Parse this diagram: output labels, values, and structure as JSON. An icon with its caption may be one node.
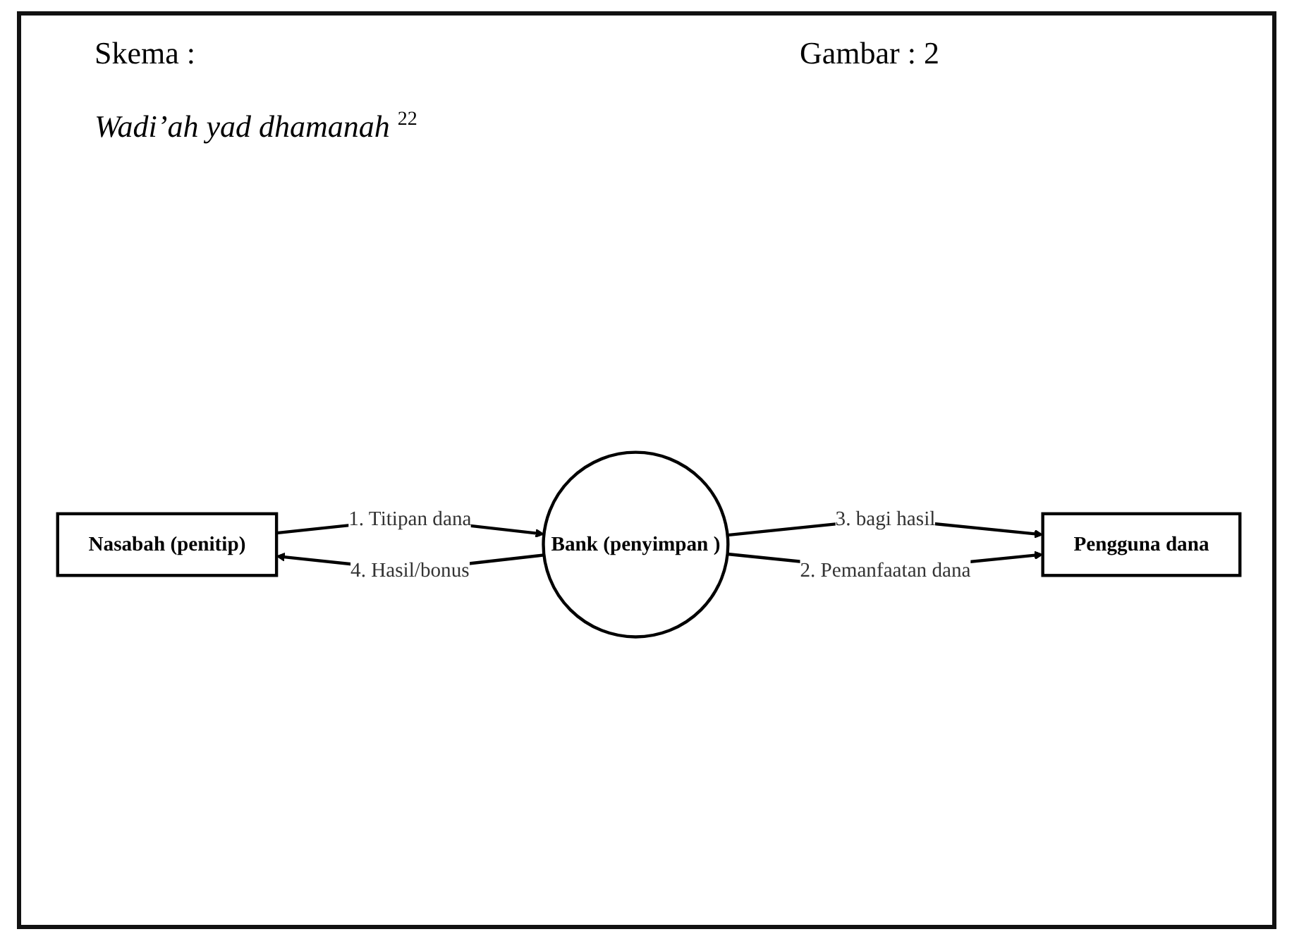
{
  "diagram": {
    "title": "Wadi’ah yad dhamanah $^{22}$",
    "nodes": [
      {
        "text": [
          "Nasabah (penitip)"
        ]
      },
      {
        "text": [
          "Bank (penyimpan )"
        ]
      },
      {
        "text": [
          "Pengguna dana"
        ]
      }
    ],
    "edges": [
      {
        "from": 0,
        "to": 1,
        "arrow": "to",
        "label": "1. Titipan dana"
      },
      {
        "from": 1,
        "to": 0,
        "arrow": "to",
        "label": "4. Hasil/bonus"
      },
      {
        "from": 1,
        "to": 2,
        "arrow": "to",
        "label": "3. bagi hasil"
      },
      {
        "from": 1,
        "to": 2,
        "arrow": "to",
        "label": "2. Pemanfaatan dana"
      }
    ],
    "labels": [
      "Skema :",
      "Gambar : 2"
    ]
  }
}
